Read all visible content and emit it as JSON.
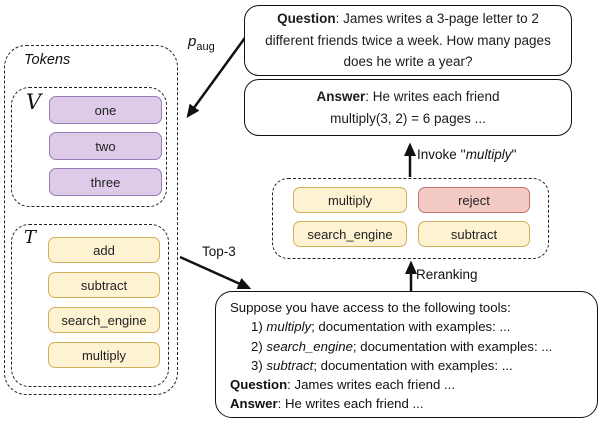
{
  "colors": {
    "vocab_fill": "#ddcbe9",
    "vocab_border": "#9c7ab8",
    "tool_fill": "#fdf3d3",
    "tool_border": "#d2ae5a",
    "reject_fill": "#f3c9c4",
    "reject_border": "#c4736b",
    "line_color": "#111111"
  },
  "tokens_panel": {
    "title": "Tokens",
    "vocab_label": "V",
    "vocab_tokens": [
      "one",
      "two",
      "three"
    ],
    "toolset_label": "T",
    "toolset_tokens": [
      "add",
      "subtract",
      "search_engine",
      "multiply"
    ]
  },
  "question_box": {
    "label": "Question",
    "text": ": James writes a 3-page letter to 2 different friends twice a week. How many pages does he write a year?"
  },
  "answer_box": {
    "label": "Answer",
    "text": ": He writes each friend",
    "line2": "multiply(3, 2) = 6 pages ..."
  },
  "reranked_tools": {
    "multiply": "multiply",
    "reject": "reject",
    "search_engine": "search_engine",
    "subtract": "subtract"
  },
  "prompt_box": {
    "intro": "Suppose you have access to the following tools:",
    "tool1_num": "1) ",
    "tool1_name": "multiply",
    "tool1_rest": "; documentation with examples: ...",
    "tool2_num": "2) ",
    "tool2_name": "search_engine",
    "tool2_rest": "; documentation with examples: ...",
    "tool3_num": "3) ",
    "tool3_name": "subtract",
    "tool3_rest": "; documentation with examples: ...",
    "question_label": "Question",
    "question_text": ": James writes each friend ...",
    "answer_label": "Answer",
    "answer_text": ": He writes each friend ..."
  },
  "labels": {
    "p_aug_main": "p",
    "p_aug_sub": "aug",
    "top3": "Top-3",
    "invoke_prefix": "Invoke ''",
    "invoke_tool": "multiply",
    "invoke_suffix": "''",
    "reranking": "Reranking"
  }
}
